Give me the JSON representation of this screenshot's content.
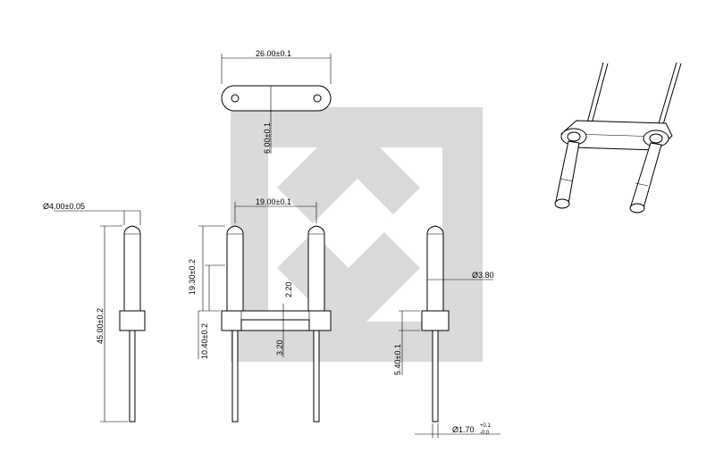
{
  "dimensions": {
    "plate_length": "26.00±0.1",
    "plate_width": "6.00±0.1",
    "pin_pitch": "19.00±0.1",
    "pin_diameter": "Ø4.00±0.05",
    "total_length": "45.00±0.2",
    "upper_length": "19.30±0.2",
    "lower_length": "10.40±0.2",
    "plate_offset": "2.20",
    "plate_thickness": "3.20",
    "collar_diameter": "Ø3.80",
    "collar_height": "5.40±0.1",
    "tail_diameter": "Ø1.70",
    "tail_tol_upper": "+0.1",
    "tail_tol_lower": "-0.0"
  },
  "colors": {
    "watermark": "#d4d4d4",
    "line": "#000000"
  },
  "icons": {
    "watermark": "diamond-logo-watermark",
    "iso_view": "isometric-plug-view"
  }
}
